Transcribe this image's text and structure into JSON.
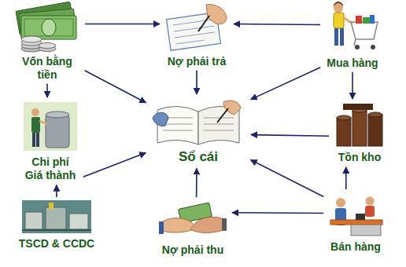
{
  "diagram": {
    "nodes": [
      {
        "text": [
          "Vốn bằng tiền"
        ]
      },
      {
        "text": [
          "Nợ phải trả"
        ]
      },
      {
        "text": [
          "Mua hàng"
        ]
      },
      {
        "text": [
          "Chi phí Giá thành"
        ]
      },
      {
        "text": [
          "Sổ cái"
        ]
      },
      {
        "text": [
          "Tồn kho"
        ]
      },
      {
        "text": [
          "TSCD & CCDC"
        ]
      },
      {
        "text": [
          "Nợ phải thu"
        ]
      },
      {
        "text": [
          "Bán hàng"
        ]
      }
    ],
    "edges": [
      {
        "from": 0,
        "to": 1,
        "arrow": "to"
      },
      {
        "from": 2,
        "to": 1,
        "arrow": "to"
      },
      {
        "from": 0,
        "to": 4,
        "arrow": "to"
      },
      {
        "from": 0,
        "to": 3,
        "arrow": "to"
      },
      {
        "from": 1,
        "to": 4,
        "arrow": "to"
      },
      {
        "from": 2,
        "to": 4,
        "arrow": "to"
      },
      {
        "from": 2,
        "to": 5,
        "arrow": "to"
      },
      {
        "from": 3,
        "to": 4,
        "arrow": "to"
      },
      {
        "from": 6,
        "to": 3,
        "arrow": "to"
      },
      {
        "from": 5,
        "to": 4,
        "arrow": "to"
      },
      {
        "from": 7,
        "to": 4,
        "arrow": "to"
      },
      {
        "from": 8,
        "to": 7,
        "arrow": "to"
      },
      {
        "from": 8,
        "to": 4,
        "arrow": "to"
      },
      {
        "from": 8,
        "to": 5,
        "arrow": "to"
      }
    ]
  }
}
